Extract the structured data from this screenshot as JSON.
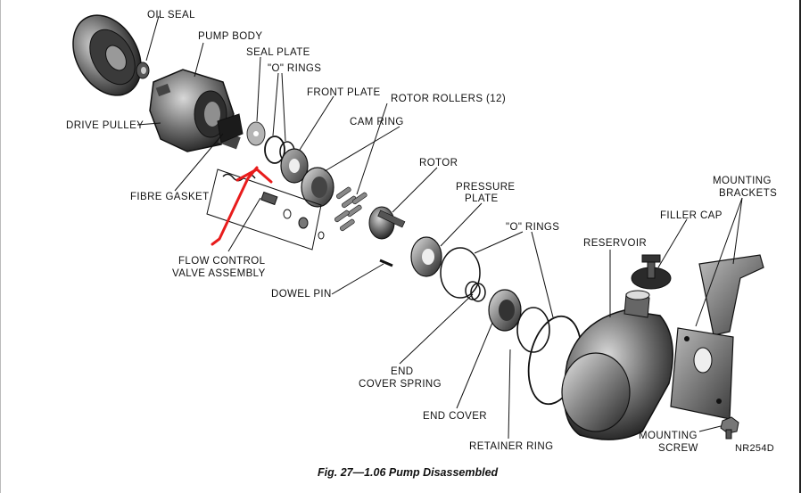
{
  "labels": {
    "oil_seal": "OIL SEAL",
    "pump_body": "PUMP BODY",
    "seal_plate": "SEAL PLATE",
    "o_rings_top": "\"O\" RINGS",
    "front_plate": "FRONT PLATE",
    "rotor_rollers": "ROTOR ROLLERS (12)",
    "cam_ring": "CAM RING",
    "drive_pulley": "DRIVE PULLEY",
    "rotor": "ROTOR",
    "pressure_plate_1": "PRESSURE",
    "pressure_plate_2": "PLATE",
    "fibre_gasket": "FIBRE GASKET",
    "mounting_brackets_1": "MOUNTING",
    "mounting_brackets_2": "BRACKETS",
    "filler_cap": "FILLER CAP",
    "o_rings_mid": "\"O\" RINGS",
    "reservoir": "RESERVOIR",
    "flow_control_1": "FLOW CONTROL",
    "flow_control_2": "VALVE ASSEMBLY",
    "dowel_pin": "DOWEL PIN",
    "end_cover_spring_1": "END",
    "end_cover_spring_2": "COVER SPRING",
    "end_cover": "END COVER",
    "retainer_ring": "RETAINER RING",
    "mounting_screw_1": "MOUNTING",
    "mounting_screw_2": "SCREW",
    "drawing_code": "NR254D"
  },
  "caption": "Fig. 27—1.06 Pump Disassembled",
  "colors": {
    "annotation": "#e81c1c",
    "ink": "#111111",
    "metal_dark": "#2a2a2a",
    "metal_mid": "#777777",
    "metal_light": "#cfcfcf"
  }
}
